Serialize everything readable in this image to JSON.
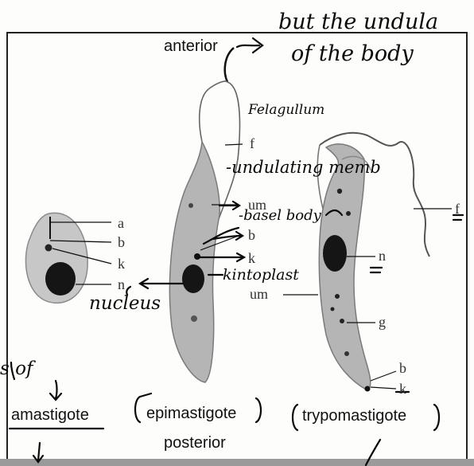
{
  "handwritten": {
    "top_note_line1": "but the undula",
    "top_note_line2": "of the body",
    "flagellum": "Felagullum",
    "undulating_membrane": "-undulating memb",
    "basal_body": "-basel body",
    "kinetoplast": "kintoplast",
    "nucleus": "nucleus",
    "left_fragment": "s of"
  },
  "printed": {
    "anterior": "anterior",
    "posterior": "posterior",
    "amastigote": "amastigote",
    "epimastigote": "epimastigote",
    "trypomastigote": "trypomastigote"
  },
  "figure_labels": {
    "a": "a",
    "b": "b",
    "k": "k",
    "n": "n",
    "f": "f",
    "um": "um",
    "g": "g"
  },
  "colors": {
    "ink": "#111111",
    "cell_fill": "#b9b9b9",
    "nucleus_fill": "#151515"
  }
}
